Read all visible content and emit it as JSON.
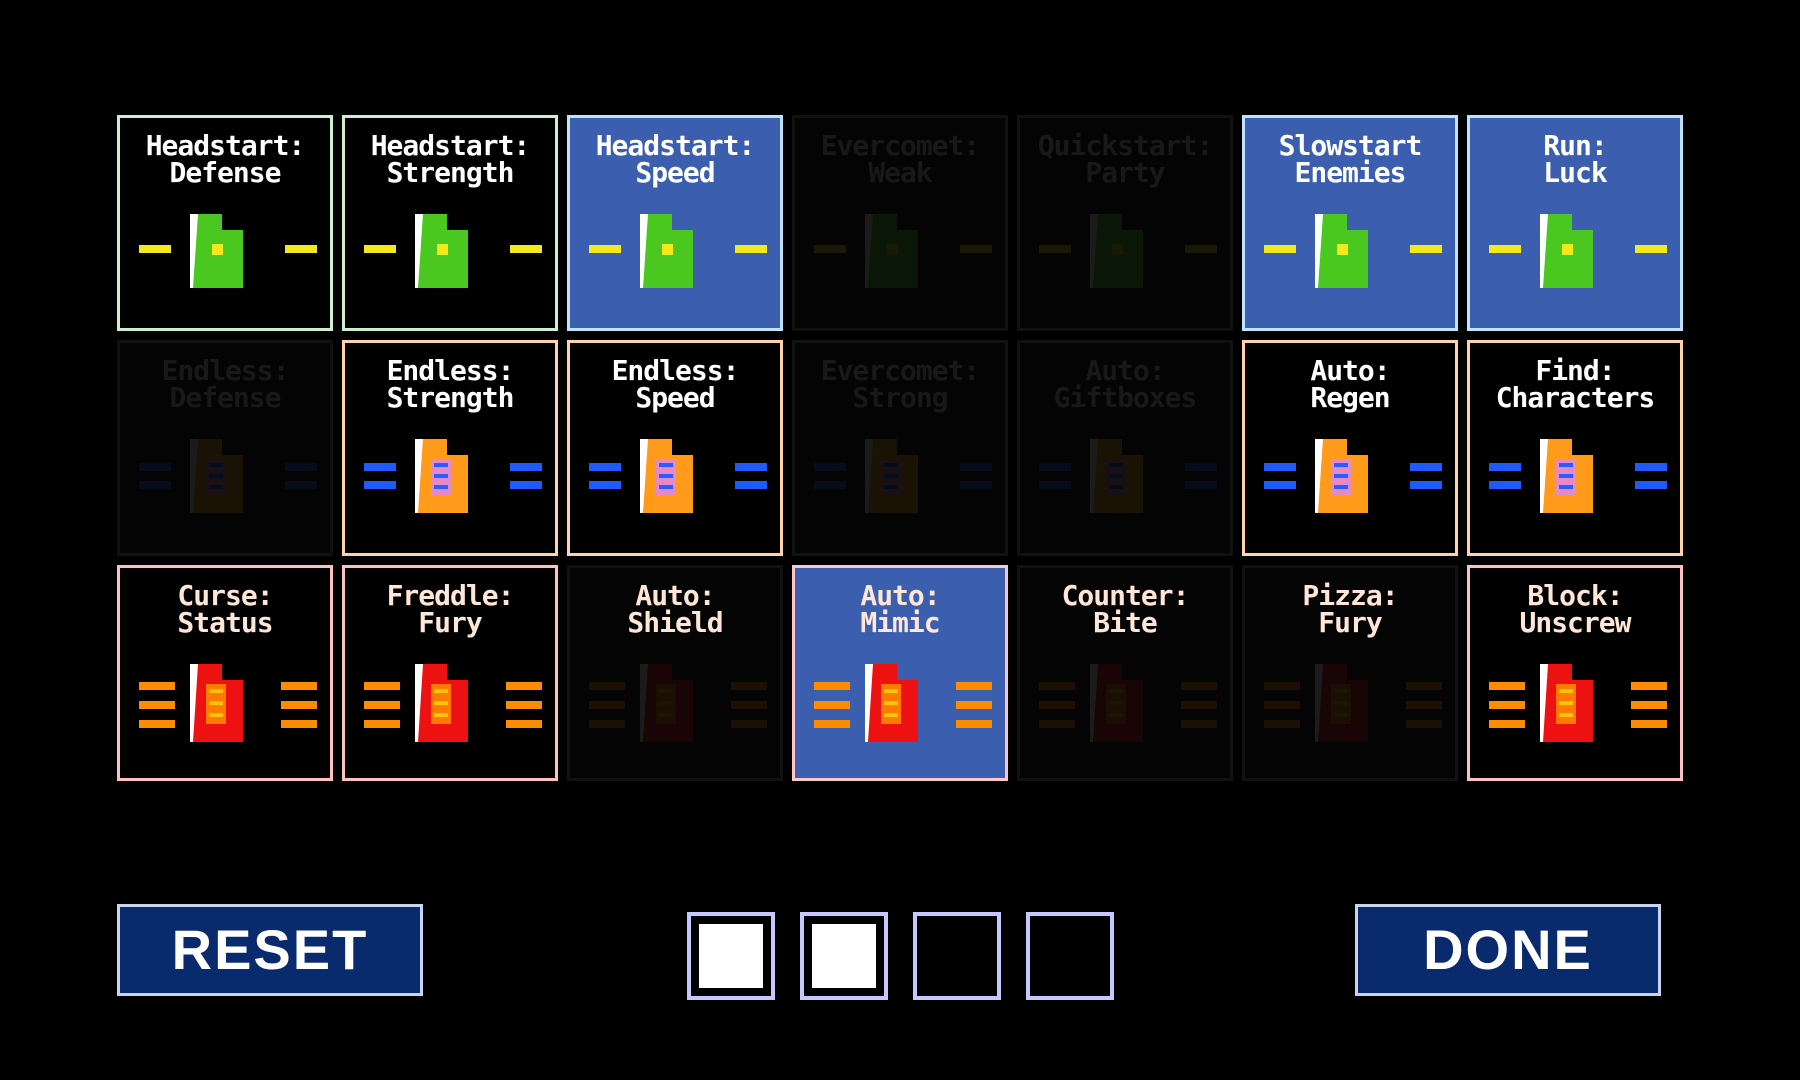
{
  "tiles": [
    {
      "l1": "Headstart:",
      "l2": "Defense",
      "style": "green",
      "state": "active",
      "icon": "green-clipboard-icon"
    },
    {
      "l1": "Headstart:",
      "l2": "Strength",
      "style": "green",
      "state": "active",
      "icon": "green-clipboard-icon"
    },
    {
      "l1": "Headstart:",
      "l2": "Speed",
      "style": "green",
      "state": "selected",
      "icon": "green-clipboard-icon"
    },
    {
      "l1": "Evercomet:",
      "l2": "Weak",
      "style": "green",
      "state": "locked",
      "icon": "green-clipboard-icon"
    },
    {
      "l1": "Quickstart:",
      "l2": "Party",
      "style": "green",
      "state": "locked",
      "icon": "green-clipboard-icon"
    },
    {
      "l1": "Slowstart",
      "l2": "Enemies",
      "style": "green",
      "state": "selected",
      "icon": "green-clipboard-icon"
    },
    {
      "l1": "Run:",
      "l2": "Luck",
      "style": "green",
      "state": "selected",
      "icon": "green-clipboard-icon"
    },
    {
      "l1": "Endless:",
      "l2": "Defense",
      "style": "orange",
      "state": "locked",
      "icon": "orange-clipboard-icon"
    },
    {
      "l1": "Endless:",
      "l2": "Strength",
      "style": "orange",
      "state": "active",
      "icon": "orange-clipboard-icon"
    },
    {
      "l1": "Endless:",
      "l2": "Speed",
      "style": "orange",
      "state": "active",
      "icon": "orange-clipboard-icon"
    },
    {
      "l1": "Evercomet:",
      "l2": "Strong",
      "style": "orange",
      "state": "locked",
      "icon": "orange-clipboard-icon"
    },
    {
      "l1": "Auto:",
      "l2": "Giftboxes",
      "style": "orange",
      "state": "locked",
      "icon": "orange-clipboard-icon"
    },
    {
      "l1": "Auto:",
      "l2": "Regen",
      "style": "orange",
      "state": "active",
      "icon": "orange-clipboard-icon"
    },
    {
      "l1": "Find:",
      "l2": "Characters",
      "style": "orange",
      "state": "active",
      "icon": "orange-clipboard-icon"
    },
    {
      "l1": "Curse:",
      "l2": "Status",
      "style": "red",
      "state": "active",
      "icon": "red-clipboard-icon"
    },
    {
      "l1": "Freddle:",
      "l2": "Fury",
      "style": "red",
      "state": "active",
      "icon": "red-clipboard-icon"
    },
    {
      "l1": "Auto:",
      "l2": "Shield",
      "style": "red",
      "state": "locked",
      "icon": "red-clipboard-icon"
    },
    {
      "l1": "Auto:",
      "l2": "Mimic",
      "style": "red",
      "state": "selected",
      "icon": "red-clipboard-icon"
    },
    {
      "l1": "Counter:",
      "l2": "Bite",
      "style": "red",
      "state": "locked",
      "icon": "red-clipboard-icon"
    },
    {
      "l1": "Pizza:",
      "l2": "Fury",
      "style": "red",
      "state": "locked",
      "icon": "red-clipboard-icon"
    },
    {
      "l1": "Block:",
      "l2": "Unscrew",
      "style": "red",
      "state": "active",
      "icon": "red-clipboard-icon"
    }
  ],
  "buttons": {
    "reset": "RESET",
    "done": "DONE"
  },
  "slots": {
    "total": 4,
    "filled": 2
  },
  "colors": {
    "background": "#000000",
    "selected_tile": "#3b5fae",
    "button_fill": "#0a2a6e",
    "green_border": "#cfeed0",
    "orange_border": "#ffd2a8",
    "red_border": "#ffc0c0",
    "tier1_accent": "#4ac820",
    "tier2_accent": "#ff9a1a",
    "tier3_accent": "#ee1111"
  }
}
